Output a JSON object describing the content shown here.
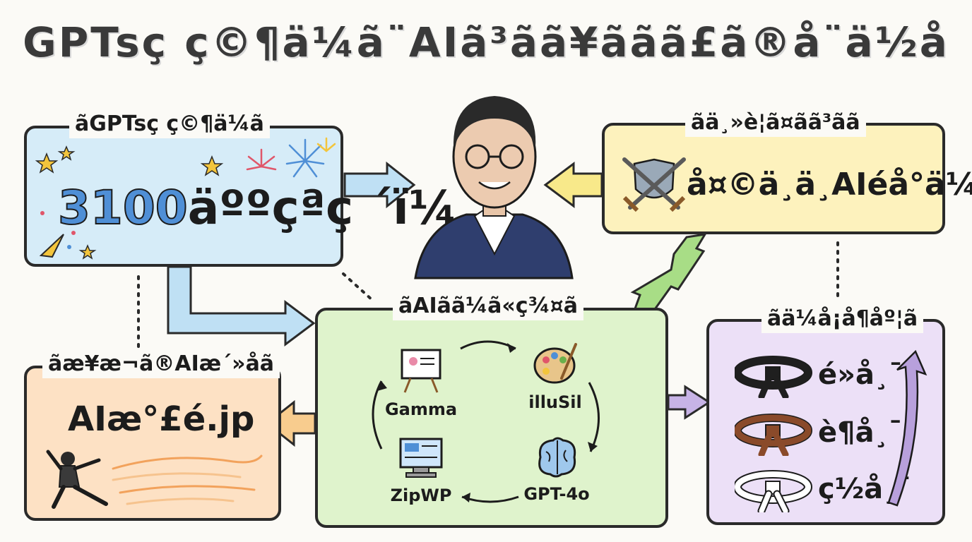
{
  "title": "GPTsç ç©¶ä¼ã¨AIã³ãã¥ããã£ã®å¨ä½å",
  "gpts": {
    "label": "ãGPTsç ç©¶ä¼ã",
    "count": "3100",
    "count_suffix": "äººçªç ´ï¼"
  },
  "event": {
    "label": "ãä¸»è¦ã¤ãã³ãã",
    "name": "å¤©ä¸ä¸AIé­å°ä¼"
  },
  "tools": {
    "label": "ãAIãã¼ã«ç¾¤ã",
    "items": [
      "Gamma",
      "illuSil",
      "ZipWP",
      "GPT-4o"
    ]
  },
  "japan": {
    "label": "ãæ¥æ¬ã®AIæ´»åã",
    "name": "AIæ°£é.jp"
  },
  "member": {
    "label": "ãä¼å¡å¶åº¦ã",
    "belts": [
      {
        "name": "é»å¸¯",
        "color": "#1f1f1f"
      },
      {
        "name": "è¶å¸¯",
        "color": "#8a4a2a"
      },
      {
        "name": "ç½å¸¯",
        "color": "#ffffff"
      }
    ]
  },
  "colors": {
    "blue": "#4f8fd6",
    "green": "#9bd27a",
    "purple": "#b8a0dc",
    "orange": "#f4b27a",
    "yellow": "#f5dd6e"
  }
}
